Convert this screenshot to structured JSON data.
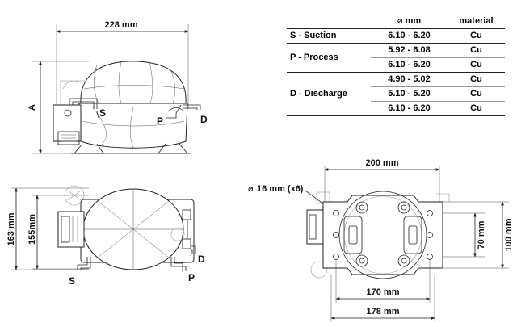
{
  "table": {
    "header": {
      "col_diameter": "mm",
      "col_material": "material"
    },
    "groups": [
      {
        "label": "S - Suction",
        "rows": [
          {
            "range": "6.10 - 6.20",
            "material": "Cu"
          }
        ]
      },
      {
        "label": "P - Process",
        "rows": [
          {
            "range": "5.92 - 6.08",
            "material": "Cu"
          },
          {
            "range": "6.10 - 6.20",
            "material": "Cu"
          }
        ]
      },
      {
        "label": "D - Discharge",
        "rows": [
          {
            "range": "4.90 - 5.02",
            "material": "Cu"
          },
          {
            "range": "5.10 - 5.20",
            "material": "Cu"
          },
          {
            "range": "6.10 - 6.20",
            "material": "Cu"
          }
        ]
      }
    ]
  },
  "side_view": {
    "width_dim": "228 mm",
    "height_label": "A",
    "port_s": "S",
    "port_p": "P",
    "port_d": "D"
  },
  "top_view": {
    "dim_outer": "163 mm",
    "dim_inner": "155mm",
    "port_s": "S",
    "port_p": "P",
    "port_d": "D"
  },
  "base_view": {
    "dim_top": "200 mm",
    "hole_dim": "16 mm (x6)",
    "dim_170": "170 mm",
    "dim_178": "178 mm",
    "dim_70": "70 mm",
    "dim_100": "100 mm"
  }
}
